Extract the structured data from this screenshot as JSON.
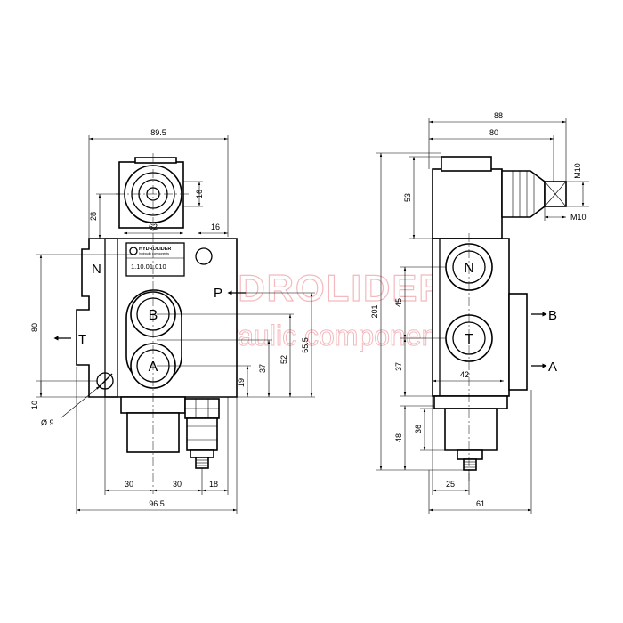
{
  "brand": {
    "name": "HYDROLIDER",
    "tagline": "hydraulic components",
    "code": "1.10.01.010"
  },
  "watermark": {
    "line1": "HYDROLIDER",
    "line2": "hydraulic components",
    "color": "#f3b9bd"
  },
  "front_view": {
    "ports": {
      "n": "N",
      "p": "P",
      "t": "T",
      "b": "B",
      "a": "A"
    },
    "dims": {
      "overall_width_top": "89.5",
      "cap_width": "62",
      "right_offset": "16",
      "knob_height": "16",
      "cap_height": "28",
      "body_height": "80",
      "hole_height": "10",
      "hole_dia": "Ø 9",
      "a_height": "19",
      "t_height": "37",
      "b_height": "52",
      "p_height": "65.5",
      "left_spacing": "30",
      "mid_spacing": "30",
      "right_spacing": "18",
      "overall_width_bottom": "96.5"
    }
  },
  "side_view": {
    "ports": {
      "n": "N",
      "t": "T",
      "b": "B",
      "a": "A"
    },
    "dims": {
      "total_depth": "88",
      "cap_depth": "80",
      "thread_top": "M10",
      "thread_bottom": "M10",
      "cap_height": "53",
      "total_height": "201",
      "spacing_nt": "45",
      "t_height": "37",
      "inner_width": "42",
      "lower_height": "48",
      "mid_height": "36",
      "stem_offset": "25",
      "body_depth": "61"
    }
  }
}
